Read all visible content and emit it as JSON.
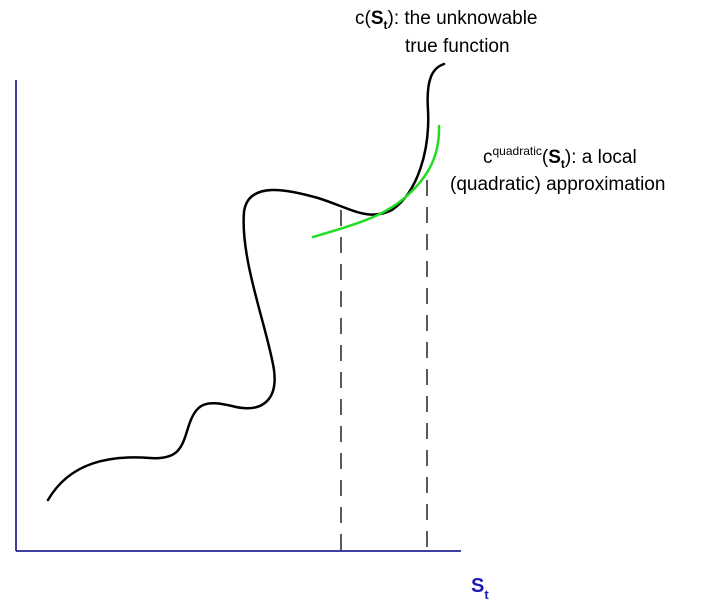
{
  "colors": {
    "axis": "#00007f",
    "true_curve": "#000000",
    "approx_curve": "#22dd22",
    "dashed_lines": "#000000",
    "axis_label": "#1c1cb0"
  },
  "true_function_label": {
    "prefix": "c(",
    "var": "S",
    "sub": "t",
    "suffix": "):  the unknowable",
    "line2": "true function"
  },
  "approx_label": {
    "prefix": "c",
    "sup": "quadratic",
    "open": "(",
    "var": "S",
    "sub": "t",
    "suffix": "):  a local",
    "line2": "(quadratic) approximation"
  },
  "x_axis_label": {
    "var": "S",
    "sub": "t"
  }
}
